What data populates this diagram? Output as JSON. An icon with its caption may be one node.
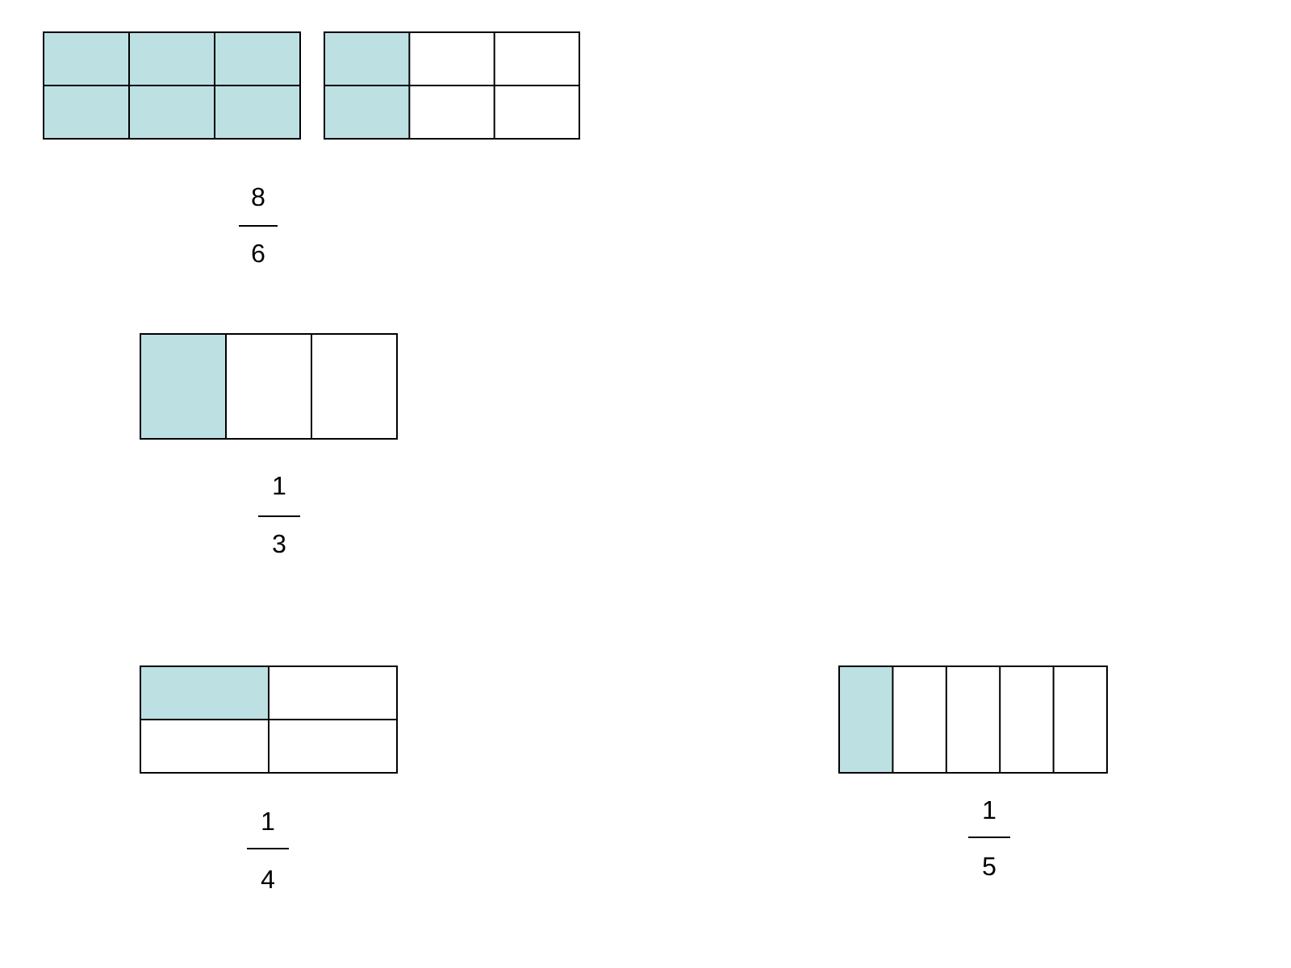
{
  "diagram": {
    "labels": [
      "8",
      "6",
      "1",
      "3",
      "1",
      "4",
      "1",
      "5"
    ]
  }
}
